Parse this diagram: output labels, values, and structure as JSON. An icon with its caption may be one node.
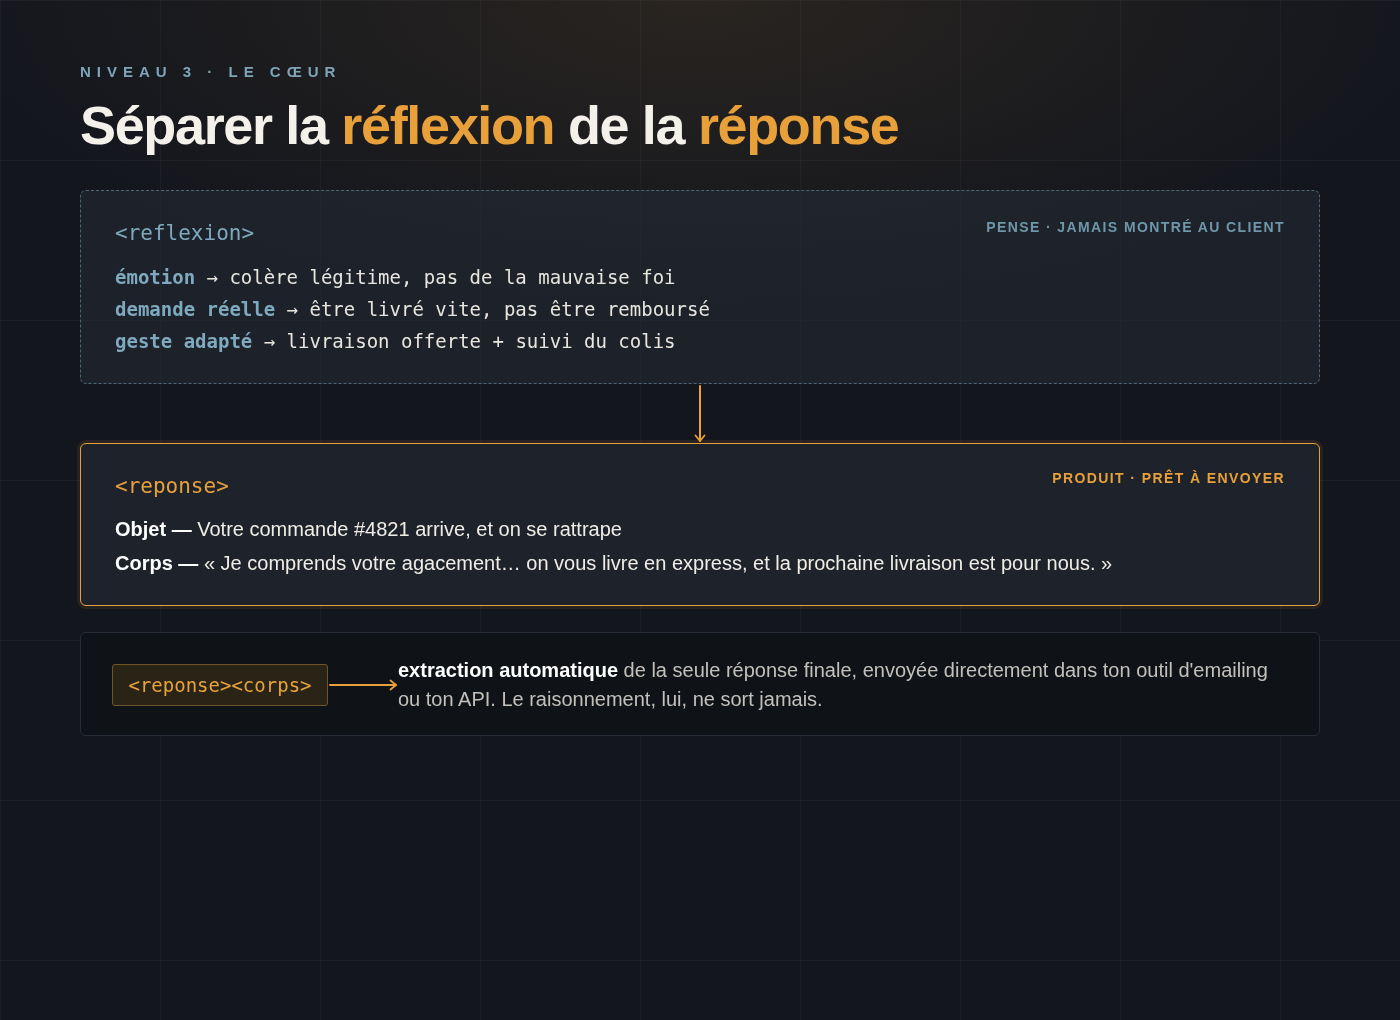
{
  "diagram": {
    "title": "Séparer la **réflexion** de la **réponse**",
    "nodes": [
      {
        "text": [
          "<reflexion>",
          "PENSE · JAMAIS MONTRÉ AU CLIENT",
          "**émotion** → colère légitime, pas de la mauvaise foi",
          "**demande réelle** → être livré vite, pas être remboursé",
          "**geste adapté** → livraison offerte + suivi du colis"
        ]
      },
      {
        "text": [
          "<reponse>",
          "PRODUIT · PRÊT À ENVOYER",
          "**Objet —** Votre commande #4821 arrive, et on se rattrape",
          "**Corps —** « Je comprends votre agacement… on vous livre en express, et la prochaine livraison est pour nous. »"
        ]
      },
      {
        "text": [],
        "shape": "box"
      },
      {
        "text": [
          "<reponse><corps>"
        ],
        "in": 2
      },
      {
        "text": [
          "**extraction automatique** de la seule réponse finale, envoyée directement dans ton outil d'emailing ou ton API. Le raisonnement, lui, ne sort jamais."
        ],
        "in": 2
      }
    ],
    "edges": [
      {
        "from": 0,
        "to": 1,
        "arrow": "to"
      },
      {
        "from": 3,
        "to": 4,
        "arrow": "to"
      }
    ],
    "labels": [
      "NIVEAU 3 · LE CŒUR"
    ]
  }
}
